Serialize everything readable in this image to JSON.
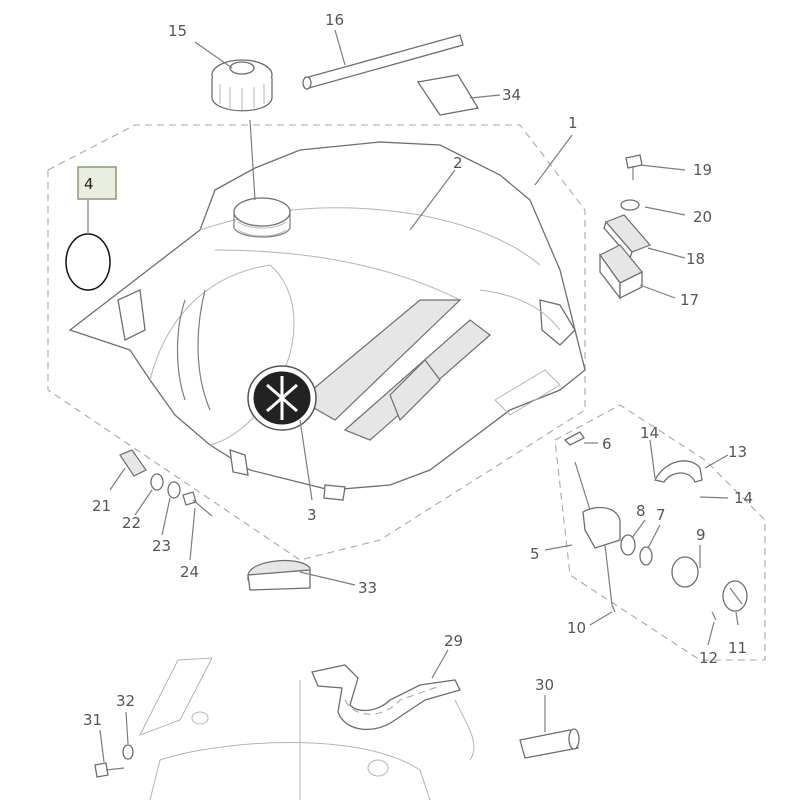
{
  "diagram": {
    "highlighted_part": "4",
    "callouts": [
      "1",
      "2",
      "3",
      "4",
      "5",
      "6",
      "7",
      "8",
      "9",
      "10",
      "11",
      "12",
      "13",
      "14",
      "14",
      "15",
      "16",
      "17",
      "18",
      "19",
      "20",
      "21",
      "22",
      "23",
      "24",
      "29",
      "30",
      "31",
      "32",
      "33",
      "34"
    ]
  }
}
